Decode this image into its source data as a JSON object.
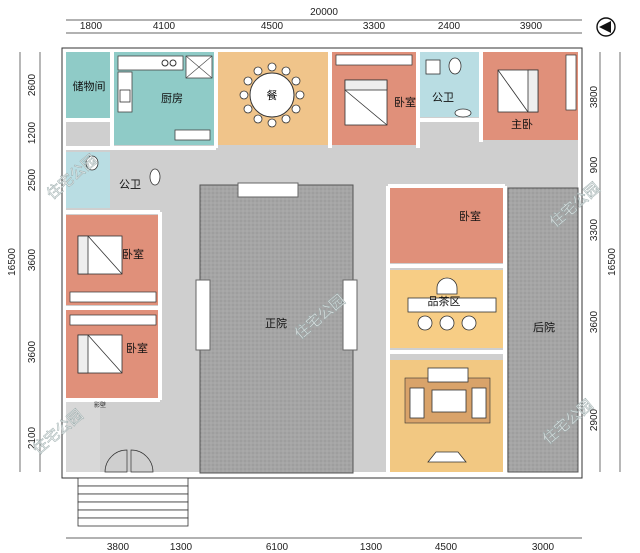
{
  "dimensions": {
    "top_total": "20000",
    "top": [
      "1800",
      "4100",
      "4500",
      "3300",
      "2400",
      "3900"
    ],
    "bottom": [
      "3800",
      "1300",
      "6100",
      "1300",
      "4500",
      "3000"
    ],
    "left_total": "16500",
    "left": [
      "2600",
      "1200",
      "2500",
      "3600",
      "3600",
      "2100"
    ],
    "right_total": "16500",
    "right": [
      "3800",
      "900",
      "3300",
      "3600",
      "2900"
    ]
  },
  "rooms": {
    "storage": "储物间",
    "kitchen": "厨房",
    "dining_table": "餐",
    "bedroom_top": "卧室",
    "public_bath_right": "公卫",
    "master_bedroom": "主卧",
    "public_bath_left": "公卫",
    "bedroom_left_upper": "卧室",
    "bedroom_left_lower": "卧室",
    "main_courtyard": "正院",
    "bedroom_right": "卧室",
    "tea_area": "品茶区",
    "back_courtyard": "后院",
    "screen_wall": "影壁"
  },
  "watermark": "住宅公园",
  "colors": {
    "kitchen": "#8fcbc7",
    "dining": "#f0c48a",
    "bedroom": "#e0907a",
    "bath": "#b9dde3",
    "tea": "#f7cd85",
    "living": "#f2c882",
    "courtyard": "#a8a8a8",
    "corridor": "#cfcfcf",
    "wall": "#ffffff"
  }
}
